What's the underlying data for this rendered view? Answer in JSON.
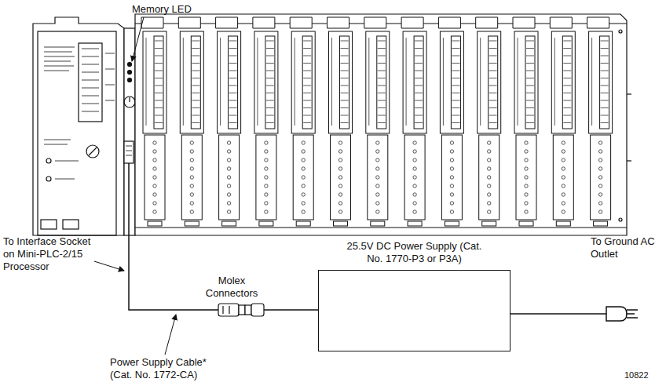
{
  "diagram": {
    "nodes": [
      {
        "text": [
          "25.5V DC Power Supply (Cat. No. 1770-P3 or P3A)"
        ]
      }
    ],
    "labels": [
      "Memory LED",
      "To Interface Socket on Mini-PLC-2/15 Processor",
      "Molex Connectors",
      "Power Supply Cable* (Cat. No. 1772-CA)",
      "To Ground AC Outlet",
      "10822"
    ]
  }
}
